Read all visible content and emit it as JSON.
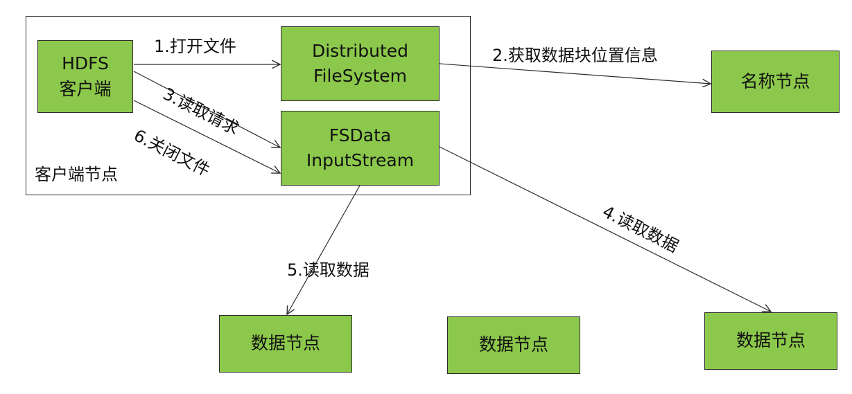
{
  "frame": {
    "label": "客户端节点"
  },
  "nodes": {
    "hdfs_client": {
      "line1": "HDFS",
      "line2": "客户端"
    },
    "distributed_fs": {
      "line1": "Distributed",
      "line2": "FileSystem"
    },
    "fsdata_stream": {
      "line1": "FSData",
      "line2": "InputStream"
    },
    "name_node": {
      "label": "名称节点"
    },
    "data_node_1": {
      "label": "数据节点"
    },
    "data_node_2": {
      "label": "数据节点"
    },
    "data_node_3": {
      "label": "数据节点"
    }
  },
  "edges": {
    "open_file": "1.打开文件",
    "get_block_locations": "2.获取数据块位置信息",
    "read_request": "3.读取请求",
    "read_data_4": "4.读取数据",
    "read_data_5": "5.读取数据",
    "close_file": "6.关闭文件"
  },
  "colors": {
    "node_fill": "#8cc84b",
    "stroke": "#2c2c2c"
  }
}
